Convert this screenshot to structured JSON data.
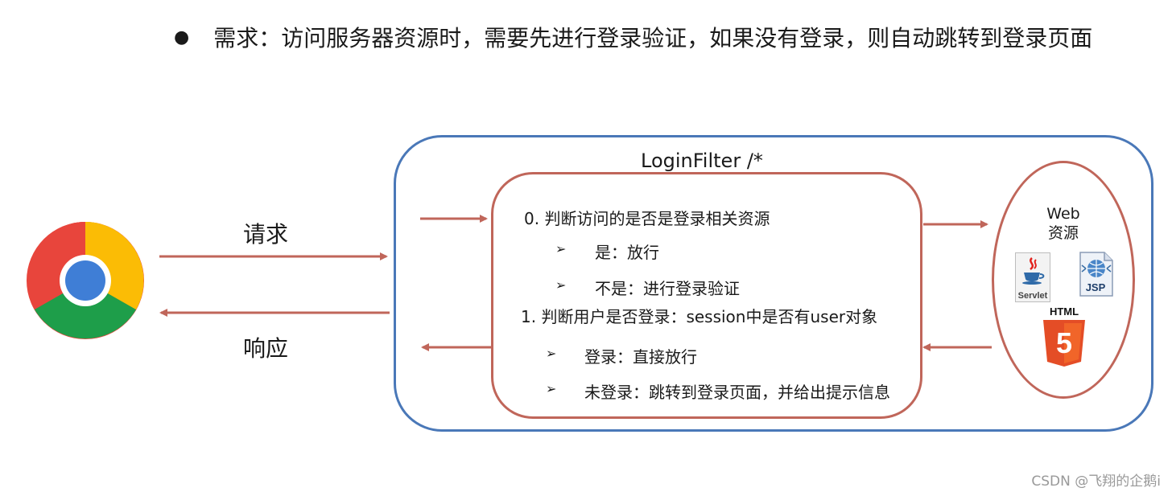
{
  "header": {
    "bullet": "●",
    "text": "需求：访问服务器资源时，需要先进行登录验证，如果没有登录，则自动跳转到登录页面"
  },
  "filter": {
    "title": "LoginFilter  /*"
  },
  "left_labels": {
    "request": "请求",
    "response": "响应"
  },
  "steps": {
    "step0": "0. 判断访问的是否是登录相关资源",
    "step0_yes": "是：放行",
    "step0_no": "不是：进行登录验证",
    "step1": "1. 判断用户是否登录：session中是否有user对象",
    "step1_yes": "登录：直接放行",
    "step1_no": "未登录：跳转到登录页面，并给出提示信息",
    "marker": "➢"
  },
  "web_resources": {
    "line1": "Web",
    "line2": "资源",
    "servlet_label": "Servlet",
    "jsp_label": "JSP",
    "html_label": "HTML",
    "html_number": "5"
  },
  "icons": [
    "chrome-icon",
    "servlet-icon",
    "jsp-icon",
    "html5-icon"
  ],
  "colors": {
    "outer_border": "#4a78b8",
    "inner_border": "#c0665a",
    "arrow": "#c0665a"
  },
  "watermark": "CSDN @飞翔的企鹅i"
}
